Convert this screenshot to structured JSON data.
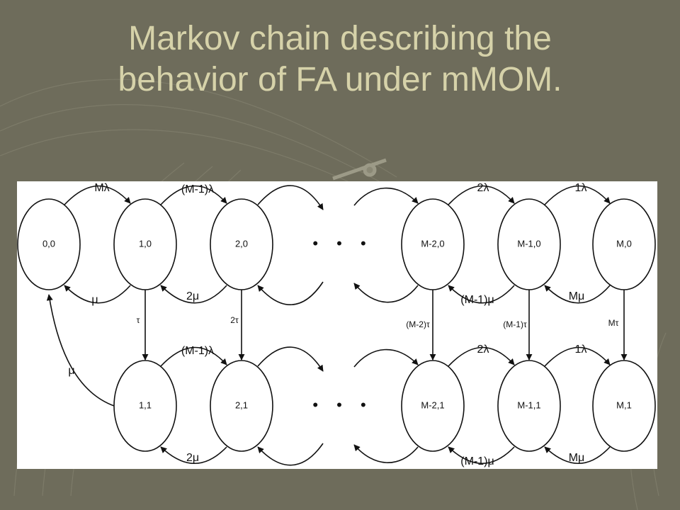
{
  "slide": {
    "title_line1": "Markov chain describing the",
    "title_line2": "behavior of FA under mMOM."
  },
  "diagram": {
    "states": {
      "s00": "0,0",
      "s10": "1,0",
      "s20": "2,0",
      "sM20": "M-2,0",
      "sM10": "M-1,0",
      "sM0": "M,0",
      "s11": "1,1",
      "s21": "2,1",
      "sM21": "M-2,1",
      "sM11": "M-1,1",
      "sM1": "M,1"
    },
    "ellipsis": "• • •",
    "labels": {
      "top_00_10": "Mλ",
      "top_10_20": "(M-1)λ",
      "top_M20_M10": "2λ",
      "top_M10_M0": "1λ",
      "bot_10_00": "μ",
      "bot_20_10": "2μ",
      "bot_M10_M20": "(M-1)μ",
      "bot_M0_M10": "Mμ",
      "down_10_11": "τ",
      "down_20_21": "2τ",
      "down_M20_M21": "(M-2)τ",
      "down_M10_M11": "(M-1)τ",
      "down_M0_M1": "Mτ",
      "top_11_21": "(M-1)λ",
      "top_M21_M11": "2λ",
      "top_M11_M1": "1λ",
      "bot_21_11": "2μ",
      "bot_M11_M21": "(M-1)μ",
      "bot_M1_M11": "Mμ",
      "back_11_00": "μ"
    },
    "colors": {
      "background": "#6e6c5b",
      "title": "#d6d2a9",
      "figure_bg": "#ffffff",
      "ink": "#111111"
    }
  }
}
